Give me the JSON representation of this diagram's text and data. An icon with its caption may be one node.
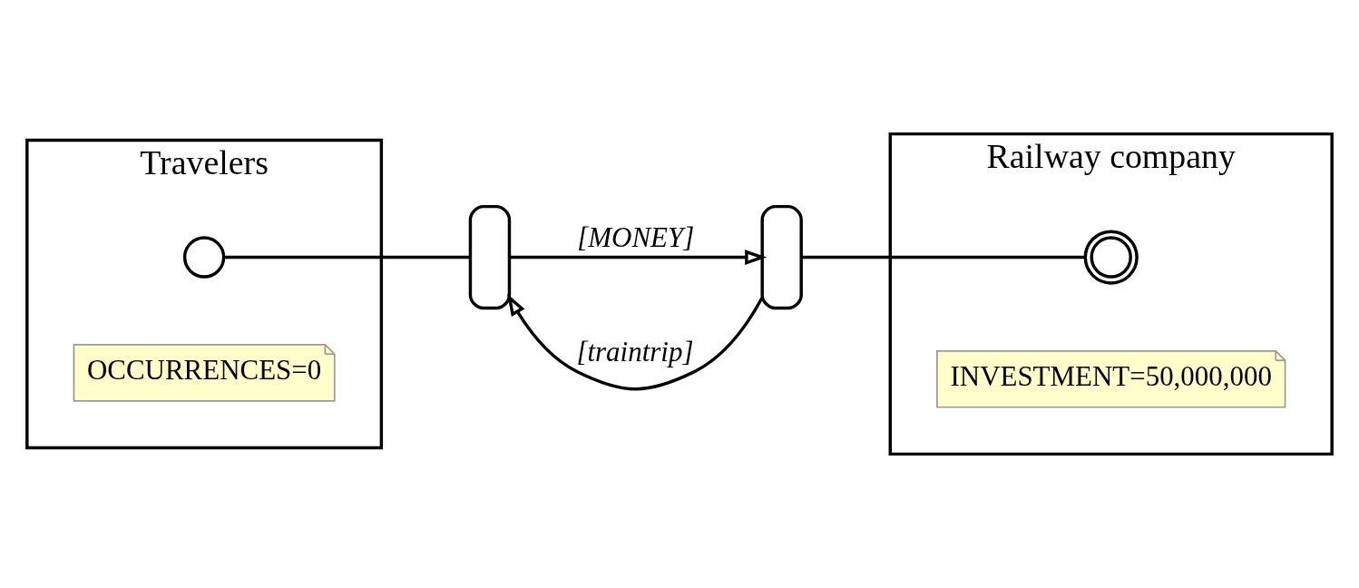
{
  "diagram": {
    "nodes": [
      {
        "text": [
          "Travelers"
        ]
      },
      {
        "text": [],
        "shape": "circle",
        "in": 0
      },
      {
        "text": [
          "OCCURRENCES=0"
        ],
        "in": 0
      },
      {
        "text": [],
        "shape": "box"
      },
      {
        "text": [],
        "shape": "box"
      },
      {
        "text": [
          "Railway company"
        ]
      },
      {
        "text": [],
        "shape": "bullseye",
        "in": 5
      },
      {
        "text": [
          "INVESTMENT=50,000,000"
        ],
        "in": 5
      }
    ],
    "edges": [
      {
        "from": 1,
        "to": 3,
        "arrow": "none"
      },
      {
        "from": 4,
        "to": 3,
        "arrow": "to",
        "label": "[traintrip]"
      },
      {
        "from": 3,
        "to": 4,
        "arrow": "to",
        "label": "[MONEY]"
      },
      {
        "from": 4,
        "to": 6,
        "arrow": "none"
      }
    ]
  }
}
